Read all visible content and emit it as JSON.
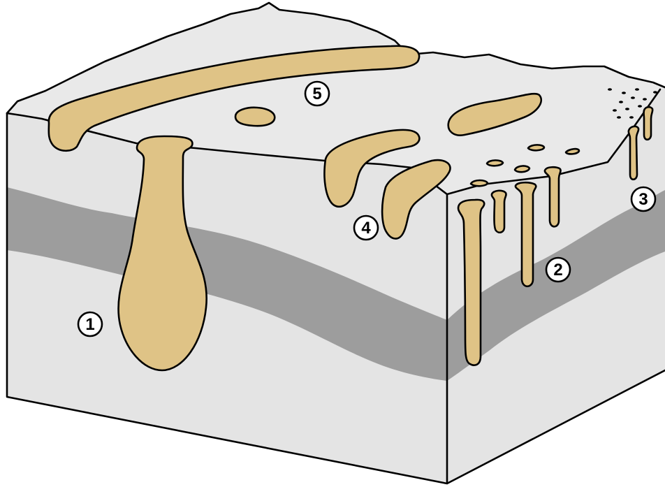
{
  "colors": {
    "side_face": "#e4e4e4",
    "top_face": "#e9e9e9",
    "dark_band": "#9d9d9d",
    "burrow_fill": "#dfc386",
    "outline": "#000000"
  },
  "markers": [
    {
      "id": "1",
      "label": "1"
    },
    {
      "id": "2",
      "label": "2"
    },
    {
      "id": "3",
      "label": "3"
    },
    {
      "id": "4",
      "label": "4"
    },
    {
      "id": "5",
      "label": "5"
    }
  ]
}
